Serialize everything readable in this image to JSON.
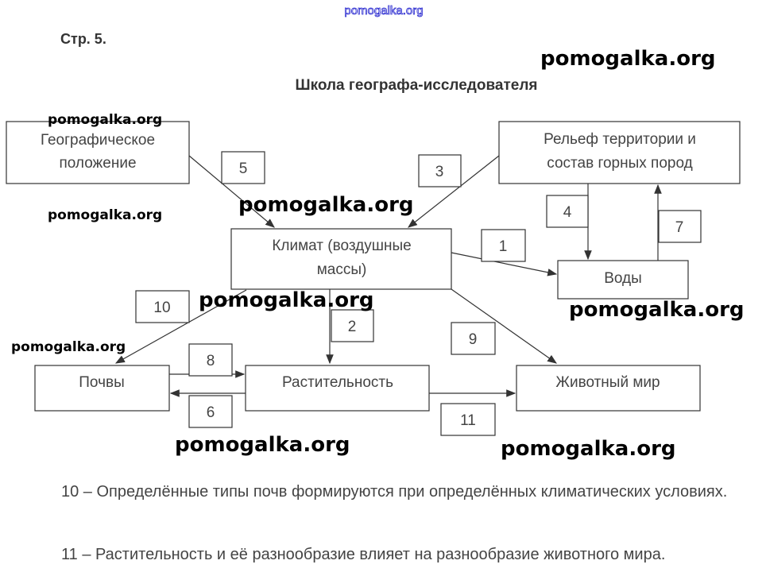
{
  "watermark": "pomogalka.org",
  "page_label": "Стр. 5.",
  "title": "Школа географа-исследователя",
  "nodes": {
    "geo": [
      "Географическое",
      "положение"
    ],
    "relief": [
      "Рельеф территории и",
      "состав горных пород"
    ],
    "climate": [
      "Климат (воздушные",
      "массы)"
    ],
    "water": "Воды",
    "soils": "Почвы",
    "vegetation": "Растительность",
    "animals": "Животный мир"
  },
  "links": {
    "l1": "1",
    "l2": "2",
    "l3": "3",
    "l4": "4",
    "l5": "5",
    "l6": "6",
    "l7": "7",
    "l8": "8",
    "l9": "9",
    "l10": "10",
    "l11": "11"
  },
  "notes": [
    "10 – Определённые типы почв формируются при определённых климатических условиях.",
    "11 – Растительность и её разнообразие влияет на разнообразие животного мира."
  ]
}
